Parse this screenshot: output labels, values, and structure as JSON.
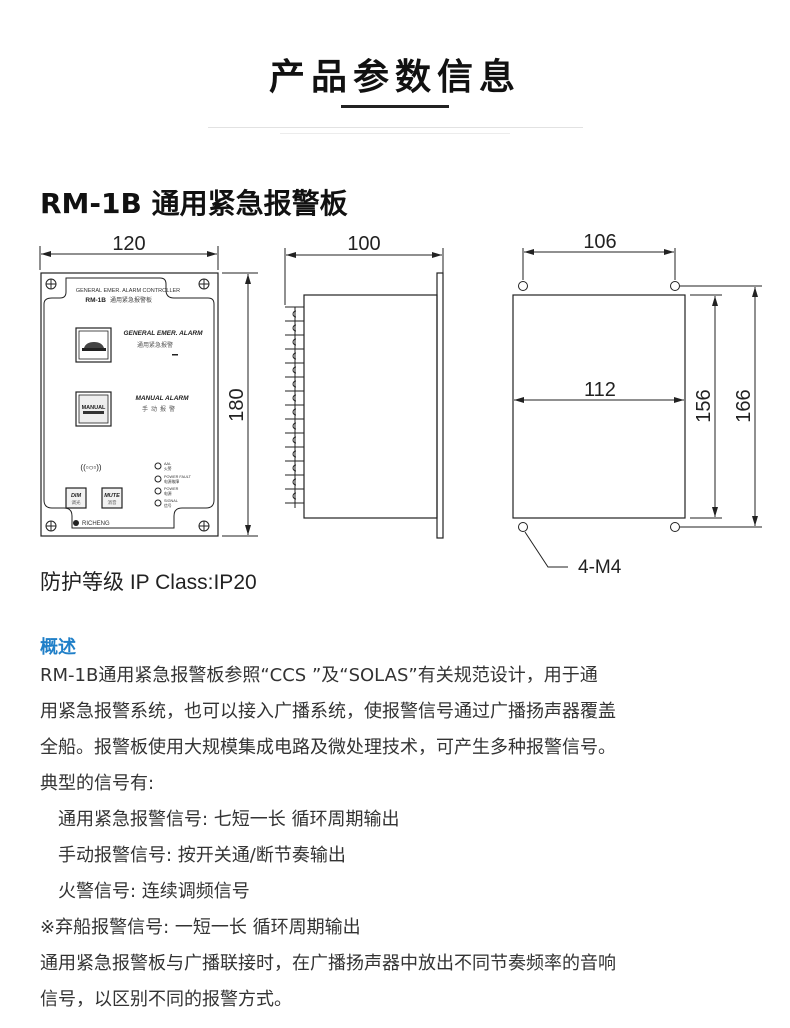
{
  "header": {
    "title": "产品参数信息"
  },
  "product": {
    "title": "RM-1B 通用紧急报警板",
    "ip_class": "防护等级  IP  Class:IP20"
  },
  "front_view": {
    "width_dim": "120",
    "height_dim": "180",
    "panel_header_en": "GENERAL EMER. ALARM CONTROLLER",
    "panel_model": "RM-1B",
    "panel_header_cn": "通用紧急报警板",
    "general_alarm_en": "GENERAL EMER. ALARM",
    "general_alarm_cn": "通用紧急报警",
    "manual_alarm_en": "MANUAL ALARM",
    "manual_alarm_cn": "手动报警",
    "manual_button_label": "MANUAL",
    "speaker_symbol": "((▫○▫))",
    "indicators": [
      {
        "en": "AAL",
        "cn": "火警"
      },
      {
        "en": "POWER FAULT",
        "cn": "电源故障"
      },
      {
        "en": "POWER",
        "cn": "电源"
      },
      {
        "en": "SIGNAL",
        "cn": "信号"
      }
    ],
    "dim_button": {
      "en": "DIM",
      "cn": "调光"
    },
    "mute_button": {
      "en": "MUTE",
      "cn": "消音"
    },
    "brand": "RICHENG"
  },
  "side_view": {
    "depth_dim": "100",
    "terminal_count": 14
  },
  "mounting_view": {
    "hole_spacing_h": "106",
    "cutout_width": "112",
    "cutout_height": "156",
    "hole_spacing_v": "166",
    "holes_label": "4-M4"
  },
  "overview": {
    "heading": "概述",
    "lines": [
      "RM-1B通用紧急报警板参照“CCS  ”及“SOLAS”有关规范设计，用于通",
      "用紧急报警系统，也可以接入广播系统，使报警信号通过广播扬声器覆盖",
      "全船。报警板使用大规模集成电路及微处理技术，可产生多种报警信号。",
      "典型的信号有:"
    ],
    "signals": [
      "通用紧急报警信号: 七短一长   循环周期输出",
      "手动报警信号: 按开关通/断节奏输出",
      "火警信号: 连续调频信号"
    ],
    "abandon_signal": "※弃船报警信号: 一短一长   循环周期输出",
    "closing_lines": [
      "通用紧急报警板与广播联接时，在广播扬声器中放出不同节奏频率的音响",
      "信号，以区别不同的报警方式。"
    ]
  },
  "colors": {
    "heading_blue": "#1f7fc8",
    "text": "#333333",
    "line": "#222222"
  }
}
